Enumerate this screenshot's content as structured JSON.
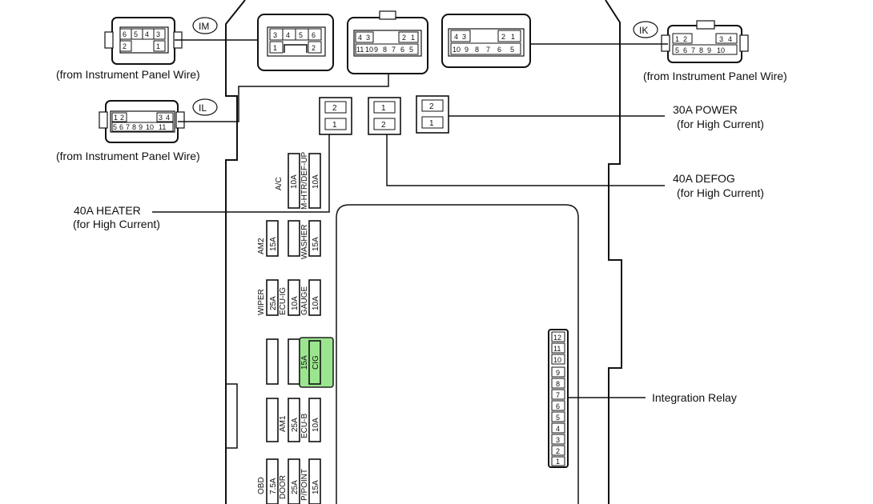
{
  "connectors": {
    "im": {
      "tag": "IM",
      "pins": [
        "6",
        "5",
        "4",
        "3",
        "2",
        "1"
      ],
      "caption": "(from Instrument Panel Wire)"
    },
    "il": {
      "tag": "IL",
      "pins": [
        "1",
        "2",
        "3",
        "4",
        "5",
        "6",
        "7",
        "8",
        "9",
        "10",
        "11"
      ],
      "caption": "(from Instrument Panel Wire)"
    },
    "ik": {
      "tag": "IK",
      "pins": [
        "1",
        "2",
        "3",
        "4",
        "5",
        "6",
        "7",
        "8",
        "9",
        "10"
      ],
      "caption": "(from Instrument Panel Wire)"
    },
    "box_a": {
      "pins": [
        "3",
        "4",
        "5",
        "6",
        "1",
        "2"
      ]
    },
    "box_b": {
      "pins": [
        "4",
        "3",
        "2",
        "1",
        "11",
        "10",
        "9",
        "8",
        "7",
        "6",
        "5"
      ]
    },
    "box_c": {
      "pins": [
        "4",
        "3",
        "2",
        "1",
        "10",
        "9",
        "8",
        "7",
        "6",
        "5"
      ]
    }
  },
  "high_current": {
    "heater": {
      "top": "2",
      "bottom": "1",
      "title": "40A HEATER",
      "sub": "(for High Current)"
    },
    "defog": {
      "top": "1",
      "bottom": "2",
      "title": "40A DEFOG",
      "sub": "(for High Current)"
    },
    "power": {
      "top": "2",
      "bottom": "1",
      "title": "30A POWER",
      "sub": "(for High Current)"
    }
  },
  "fuses": {
    "ac": "A/C",
    "ac_rating": "10A",
    "mhtr": "M-HTR/DEF-UP",
    "mhtr_rating": "10A",
    "am2": "AM2",
    "am2_rating": "15A",
    "washer": "WASHER",
    "washer_rating": "15A",
    "wiper": "WIPER",
    "wiper_rating": "25A",
    "ecuig": "ECU-IG",
    "ecuig_rating": "10A",
    "gauge": "GAUGE",
    "gauge_rating": "10A",
    "cig": "CIG",
    "cig_rating": "15A",
    "am1": "AM1",
    "am1_rating": "25A",
    "ecub": "ECU-B",
    "ecub_rating": "10A",
    "obd": "OBD",
    "obd_rating": "7.5A",
    "door": "DOOR",
    "door_rating": "25A",
    "ppoint": "P/POINT",
    "ppoint_rating": "15A"
  },
  "relay": {
    "label": "Integration Relay",
    "pins": [
      "12",
      "11",
      "10",
      "9",
      "8",
      "7",
      "6",
      "5",
      "4",
      "3",
      "2",
      "1"
    ]
  },
  "colors": {
    "highlight": "#9be58f",
    "line": "#111111"
  }
}
